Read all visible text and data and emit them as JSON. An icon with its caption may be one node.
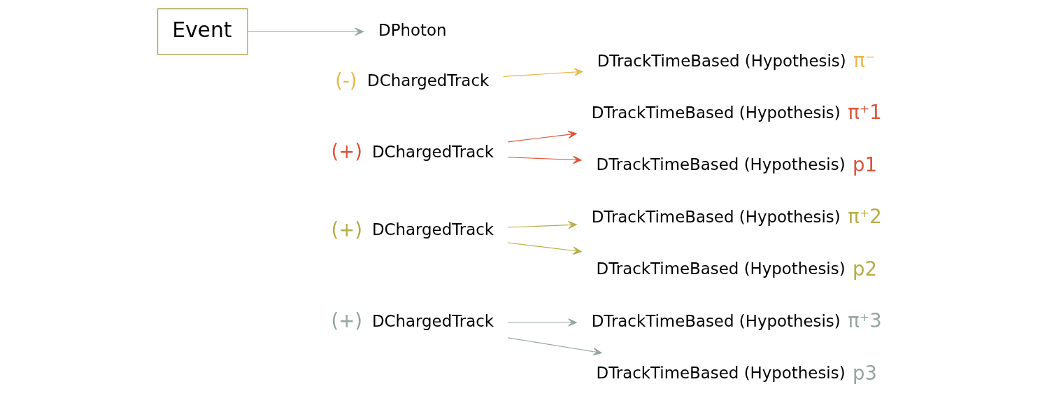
{
  "diagram": {
    "nodes": [
      {
        "text": [
          "Event"
        ]
      },
      {
        "text": [
          "DPhoton"
        ]
      },
      {
        "text": [
          "DChargedTrack"
        ],
        "beside": [
          "(-)"
        ]
      },
      {
        "text": [
          "DChargedTrack"
        ],
        "beside": [
          "(+)"
        ]
      },
      {
        "text": [
          "DChargedTrack"
        ],
        "beside": [
          "(+)"
        ]
      },
      {
        "text": [
          "DChargedTrack"
        ],
        "beside": [
          "(+)"
        ]
      },
      {
        "text": [
          "DTrackTimeBased (Hypothesis)"
        ],
        "beside": [
          "π⁻"
        ]
      },
      {
        "text": [
          "DTrackTimeBased (Hypothesis)"
        ],
        "beside": [
          "π⁺1"
        ]
      },
      {
        "text": [
          "DTrackTimeBased (Hypothesis)"
        ],
        "beside": [
          "p1"
        ]
      },
      {
        "text": [
          "DTrackTimeBased (Hypothesis)"
        ],
        "beside": [
          "π⁺2"
        ]
      },
      {
        "text": [
          "DTrackTimeBased (Hypothesis)"
        ],
        "beside": [
          "p2"
        ]
      },
      {
        "text": [
          "DTrackTimeBased (Hypothesis)"
        ],
        "beside": [
          "π⁺3"
        ]
      },
      {
        "text": [
          "DTrackTimeBased (Hypothesis)"
        ],
        "beside": [
          "p3"
        ]
      }
    ],
    "edges": [
      {
        "from": 0,
        "to": 1,
        "arrow": "to",
        "color": "#95a5a0"
      },
      {
        "from": 2,
        "to": 6,
        "arrow": "to",
        "color": "#e8b84a"
      },
      {
        "from": 3,
        "to": 7,
        "arrow": "to",
        "color": "#d9553a"
      },
      {
        "from": 3,
        "to": 8,
        "arrow": "to",
        "color": "#d9553a"
      },
      {
        "from": 4,
        "to": 9,
        "arrow": "to",
        "color": "#b5ad45"
      },
      {
        "from": 4,
        "to": 10,
        "arrow": "to",
        "color": "#b5ad45"
      },
      {
        "from": 5,
        "to": 11,
        "arrow": "to",
        "color": "#95a5a0"
      },
      {
        "from": 5,
        "to": 12,
        "arrow": "to",
        "color": "#95a5a0"
      }
    ]
  }
}
